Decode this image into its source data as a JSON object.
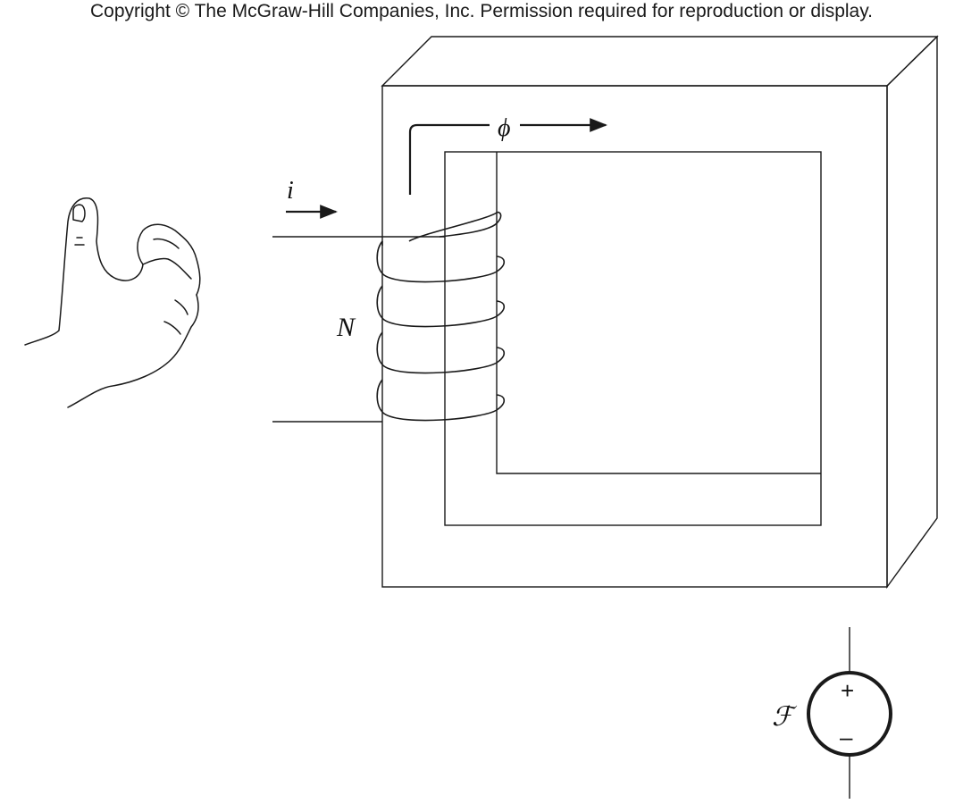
{
  "copyright": "Copyright © The McGraw-Hill Companies, Inc. Permission required for reproduction or display.",
  "labels": {
    "flux": "ϕ",
    "current": "i",
    "turns": "N",
    "mmf_symbol": "ℱ",
    "plus": "+",
    "minus": "–"
  },
  "colors": {
    "line": "#1a1a1a",
    "background": "#ffffff"
  },
  "icons": {
    "hand": "right-hand-rule-icon",
    "source": "mmf-source-icon"
  }
}
